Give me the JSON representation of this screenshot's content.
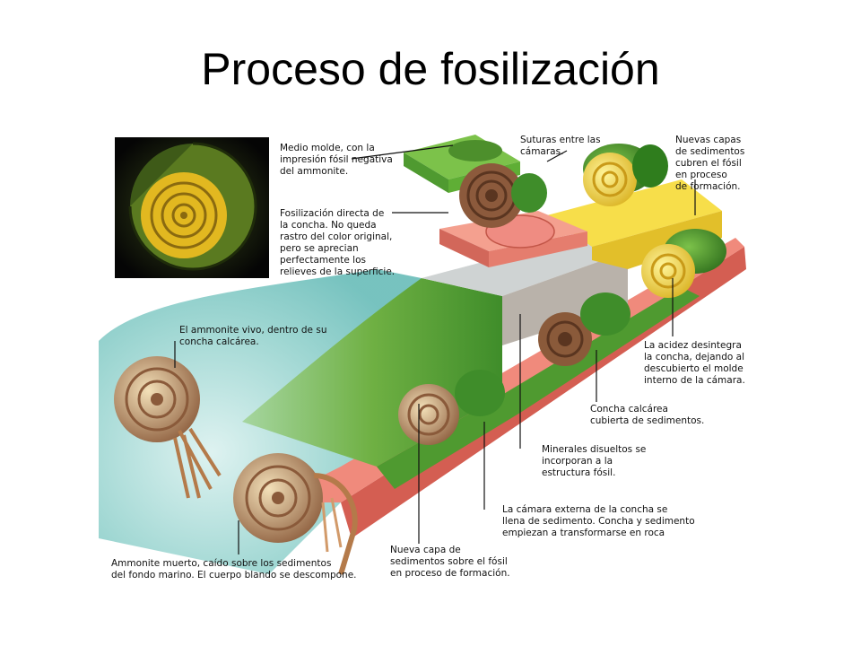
{
  "slide": {
    "title": "Proceso de fosilización"
  },
  "labels": {
    "medio_molde": [
      "Medio molde, con la",
      "impresión fósil negativa",
      "del ammonite."
    ],
    "suturas": [
      "Suturas entre las",
      "cámaras."
    ],
    "nuevas_capas": [
      "Nuevas capas",
      "de sedimentos",
      "cubren el fósil",
      "en proceso",
      "de formación."
    ],
    "fosilizacion_directa": [
      "Fosilización directa de",
      "la concha. No queda",
      "rastro del color original,",
      "pero se aprecian",
      "perfectamente los",
      "relieves de la superficie."
    ],
    "ammonite_vivo": [
      "El ammonite vivo, dentro de su",
      "concha calcárea."
    ],
    "acidez": [
      "La acidez desintegra",
      "la concha, dejando al",
      "descubierto el molde",
      "interno de la cámara."
    ],
    "concha_calcarea": [
      "Concha calcárea",
      "cubierta de sedimentos."
    ],
    "minerales": [
      "Minerales disueltos se",
      "incorporan a la",
      "estructura fósil."
    ],
    "camara_externa": [
      "La cámara externa de la concha se",
      "llena de sedimento. Concha y sedimento",
      "empiezan a transformarse en roca"
    ],
    "nueva_capa": [
      "Nueva capa de",
      "sedimentos sobre el fósil",
      "en proceso de formación."
    ],
    "ammonite_muerto": [
      "Ammonite muerto, caído sobre los sedimentos",
      "del fondo marino. El cuerpo blando se descompone."
    ]
  },
  "colors": {
    "sea": "#9fd7d3",
    "green_slope": "#6fb043",
    "rock_pink": "#e87a6e",
    "yellow_layer": "#f0d23c",
    "grey_rock": "#c9c9c9",
    "shell_brown": "#8a5a3a",
    "mold_green": "#3f8d2a"
  }
}
